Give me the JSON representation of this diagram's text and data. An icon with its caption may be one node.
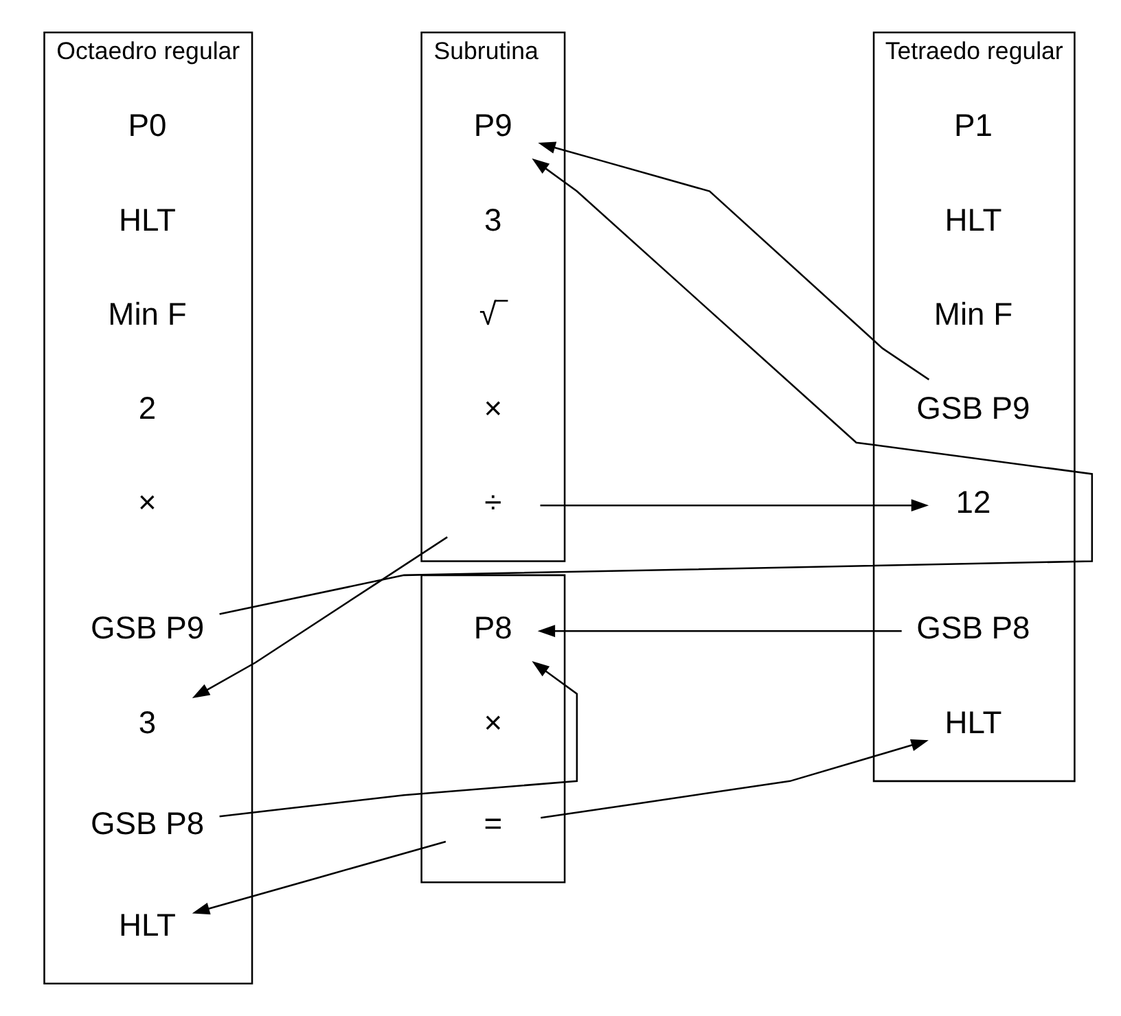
{
  "diagram": {
    "nodes": [
      {
        "text": [
          "Octaedro regular"
        ]
      },
      {
        "text": [
          "P0"
        ],
        "in": 0
      },
      {
        "text": [
          "HLT"
        ],
        "in": 0
      },
      {
        "text": [
          "Min F"
        ],
        "in": 0
      },
      {
        "text": [
          "2"
        ],
        "in": 0
      },
      {
        "text": [
          "×"
        ],
        "in": 0
      },
      {
        "text": [
          "GSB P9"
        ],
        "in": 0
      },
      {
        "text": [
          "3"
        ],
        "in": 0
      },
      {
        "text": [
          "GSB P8"
        ],
        "in": 0
      },
      {
        "text": [
          "HLT"
        ],
        "in": 0
      },
      {
        "text": [
          "Subrutina"
        ]
      },
      {
        "text": [
          "P9"
        ],
        "in": 10
      },
      {
        "text": [
          "3"
        ],
        "in": 10
      },
      {
        "text": [
          "√‾"
        ],
        "in": 10
      },
      {
        "text": [
          "×"
        ],
        "in": 10
      },
      {
        "text": [
          "÷"
        ],
        "in": 10
      },
      {
        "text": [],
        "shape": "box"
      },
      {
        "text": [
          "P8"
        ],
        "in": 16
      },
      {
        "text": [
          "×"
        ],
        "in": 16
      },
      {
        "text": [
          "="
        ],
        "in": 16
      },
      {
        "text": [
          "Tetraedo regular"
        ]
      },
      {
        "text": [
          "P1"
        ],
        "in": 20
      },
      {
        "text": [
          "HLT"
        ],
        "in": 20
      },
      {
        "text": [
          "Min F"
        ],
        "in": 20
      },
      {
        "text": [
          "GSB P9"
        ],
        "in": 20
      },
      {
        "text": [
          "12"
        ],
        "in": 20
      },
      {
        "text": [
          "GSB P8"
        ],
        "in": 20
      },
      {
        "text": [
          "HLT"
        ],
        "in": 20
      }
    ],
    "edges": [
      {
        "from": 6,
        "to": 11,
        "arrow": "to"
      },
      {
        "from": 15,
        "to": 7,
        "arrow": "to"
      },
      {
        "from": 8,
        "to": 17,
        "arrow": "to"
      },
      {
        "from": 19,
        "to": 9,
        "arrow": "to"
      },
      {
        "from": 24,
        "to": 11,
        "arrow": "to"
      },
      {
        "from": 15,
        "to": 25,
        "arrow": "to"
      },
      {
        "from": 26,
        "to": 17,
        "arrow": "to"
      },
      {
        "from": 19,
        "to": 27,
        "arrow": "to"
      }
    ]
  }
}
